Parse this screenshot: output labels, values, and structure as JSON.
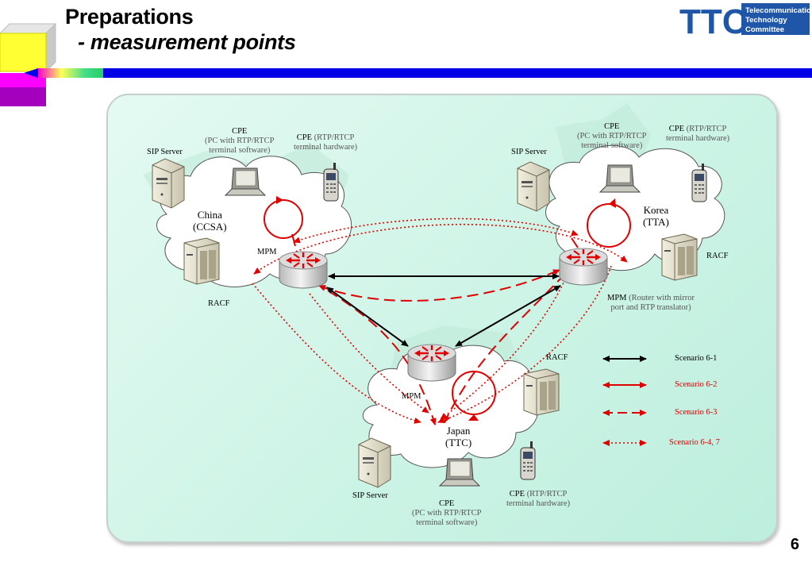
{
  "slide": {
    "title_line1": "Preparations",
    "title_line2": "- measurement points",
    "page_number": "6",
    "logo": {
      "mark": "TTC",
      "line1": "Telecommunication",
      "line2": "Technology",
      "line3": "Committee"
    }
  },
  "china": {
    "name": "China",
    "org": "(CCSA)",
    "sip_server": "SIP Server",
    "cpe_pc": {
      "title": "CPE",
      "line1": "(PC with RTP/RTCP",
      "line2": "terminal software)"
    },
    "cpe_hw": {
      "title": "CPE",
      "line1": "(RTP/RTCP",
      "line2": "terminal hardware)"
    },
    "mpm": "MPM",
    "racf": "RACF"
  },
  "korea": {
    "name": "Korea",
    "org": "(TTA)",
    "sip_server": "SIP Server",
    "cpe_pc": {
      "title": "CPE",
      "line1": "(PC with RTP/RTCP",
      "line2": "terminal software)"
    },
    "cpe_hw": {
      "title": "CPE",
      "line1": "(RTP/RTCP",
      "line2": "terminal hardware)"
    },
    "mpm": "MPM",
    "mpm_note1": "(Router with mirror",
    "mpm_note2": "port and RTP translator)",
    "racf": "RACF"
  },
  "japan": {
    "name": "Japan",
    "org": "(TTC)",
    "sip_server": "SIP Server",
    "cpe_pc": {
      "title": "CPE",
      "line1": "(PC with RTP/RTCP",
      "line2": "terminal software)"
    },
    "cpe_hw": {
      "title": "CPE",
      "line1": "(RTP/RTCP",
      "line2": "terminal hardware)"
    },
    "mpm": "MPM",
    "racf": "RACF"
  },
  "legend": [
    {
      "label": "Scenario 6-1",
      "style": "solid-black",
      "color": "#000000"
    },
    {
      "label": "Scenario 6-2",
      "style": "solid-red",
      "color": "#e00000"
    },
    {
      "label": "Scenario 6-3",
      "style": "dashed-red",
      "color": "#e00000"
    },
    {
      "label": "Scenario 6-4, 7",
      "style": "dotted-red",
      "color": "#e00000"
    }
  ],
  "colors": {
    "blue_bar": "#0000e6",
    "panel_bg": "#d2f5e8",
    "cloud": "#ffffff",
    "line_red": "#e00000"
  }
}
